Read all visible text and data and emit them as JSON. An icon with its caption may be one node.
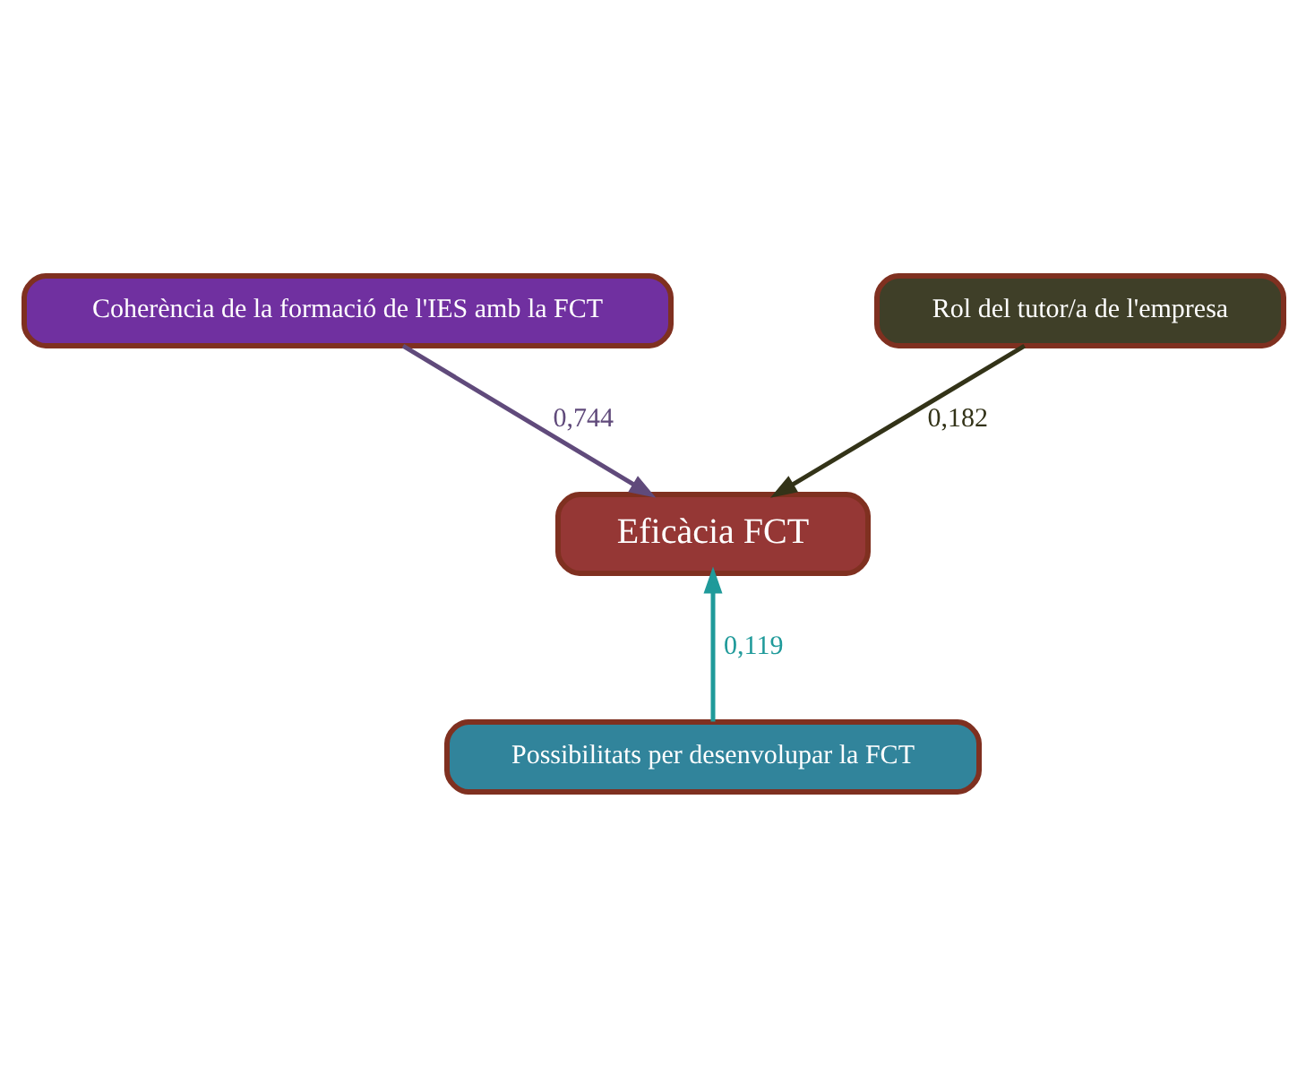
{
  "diagram": {
    "nodes": [
      {
        "text": [
          "Coherència de la formació de l'IES amb la FCT"
        ]
      },
      {
        "text": [
          "Rol del tutor/a de l'empresa"
        ]
      },
      {
        "text": [
          "Eficàcia FCT"
        ]
      },
      {
        "text": [
          "Possibilitats per desenvolupar la FCT"
        ]
      }
    ],
    "edges": [
      {
        "from": 0,
        "to": 2,
        "arrow": "to",
        "label": "0,744",
        "color": "#604a7b"
      },
      {
        "from": 1,
        "to": 2,
        "arrow": "to",
        "label": "0,182",
        "color": "#333318"
      },
      {
        "from": 3,
        "to": 2,
        "arrow": "to",
        "label": "0,119",
        "color": "#1f9a9a"
      }
    ]
  }
}
